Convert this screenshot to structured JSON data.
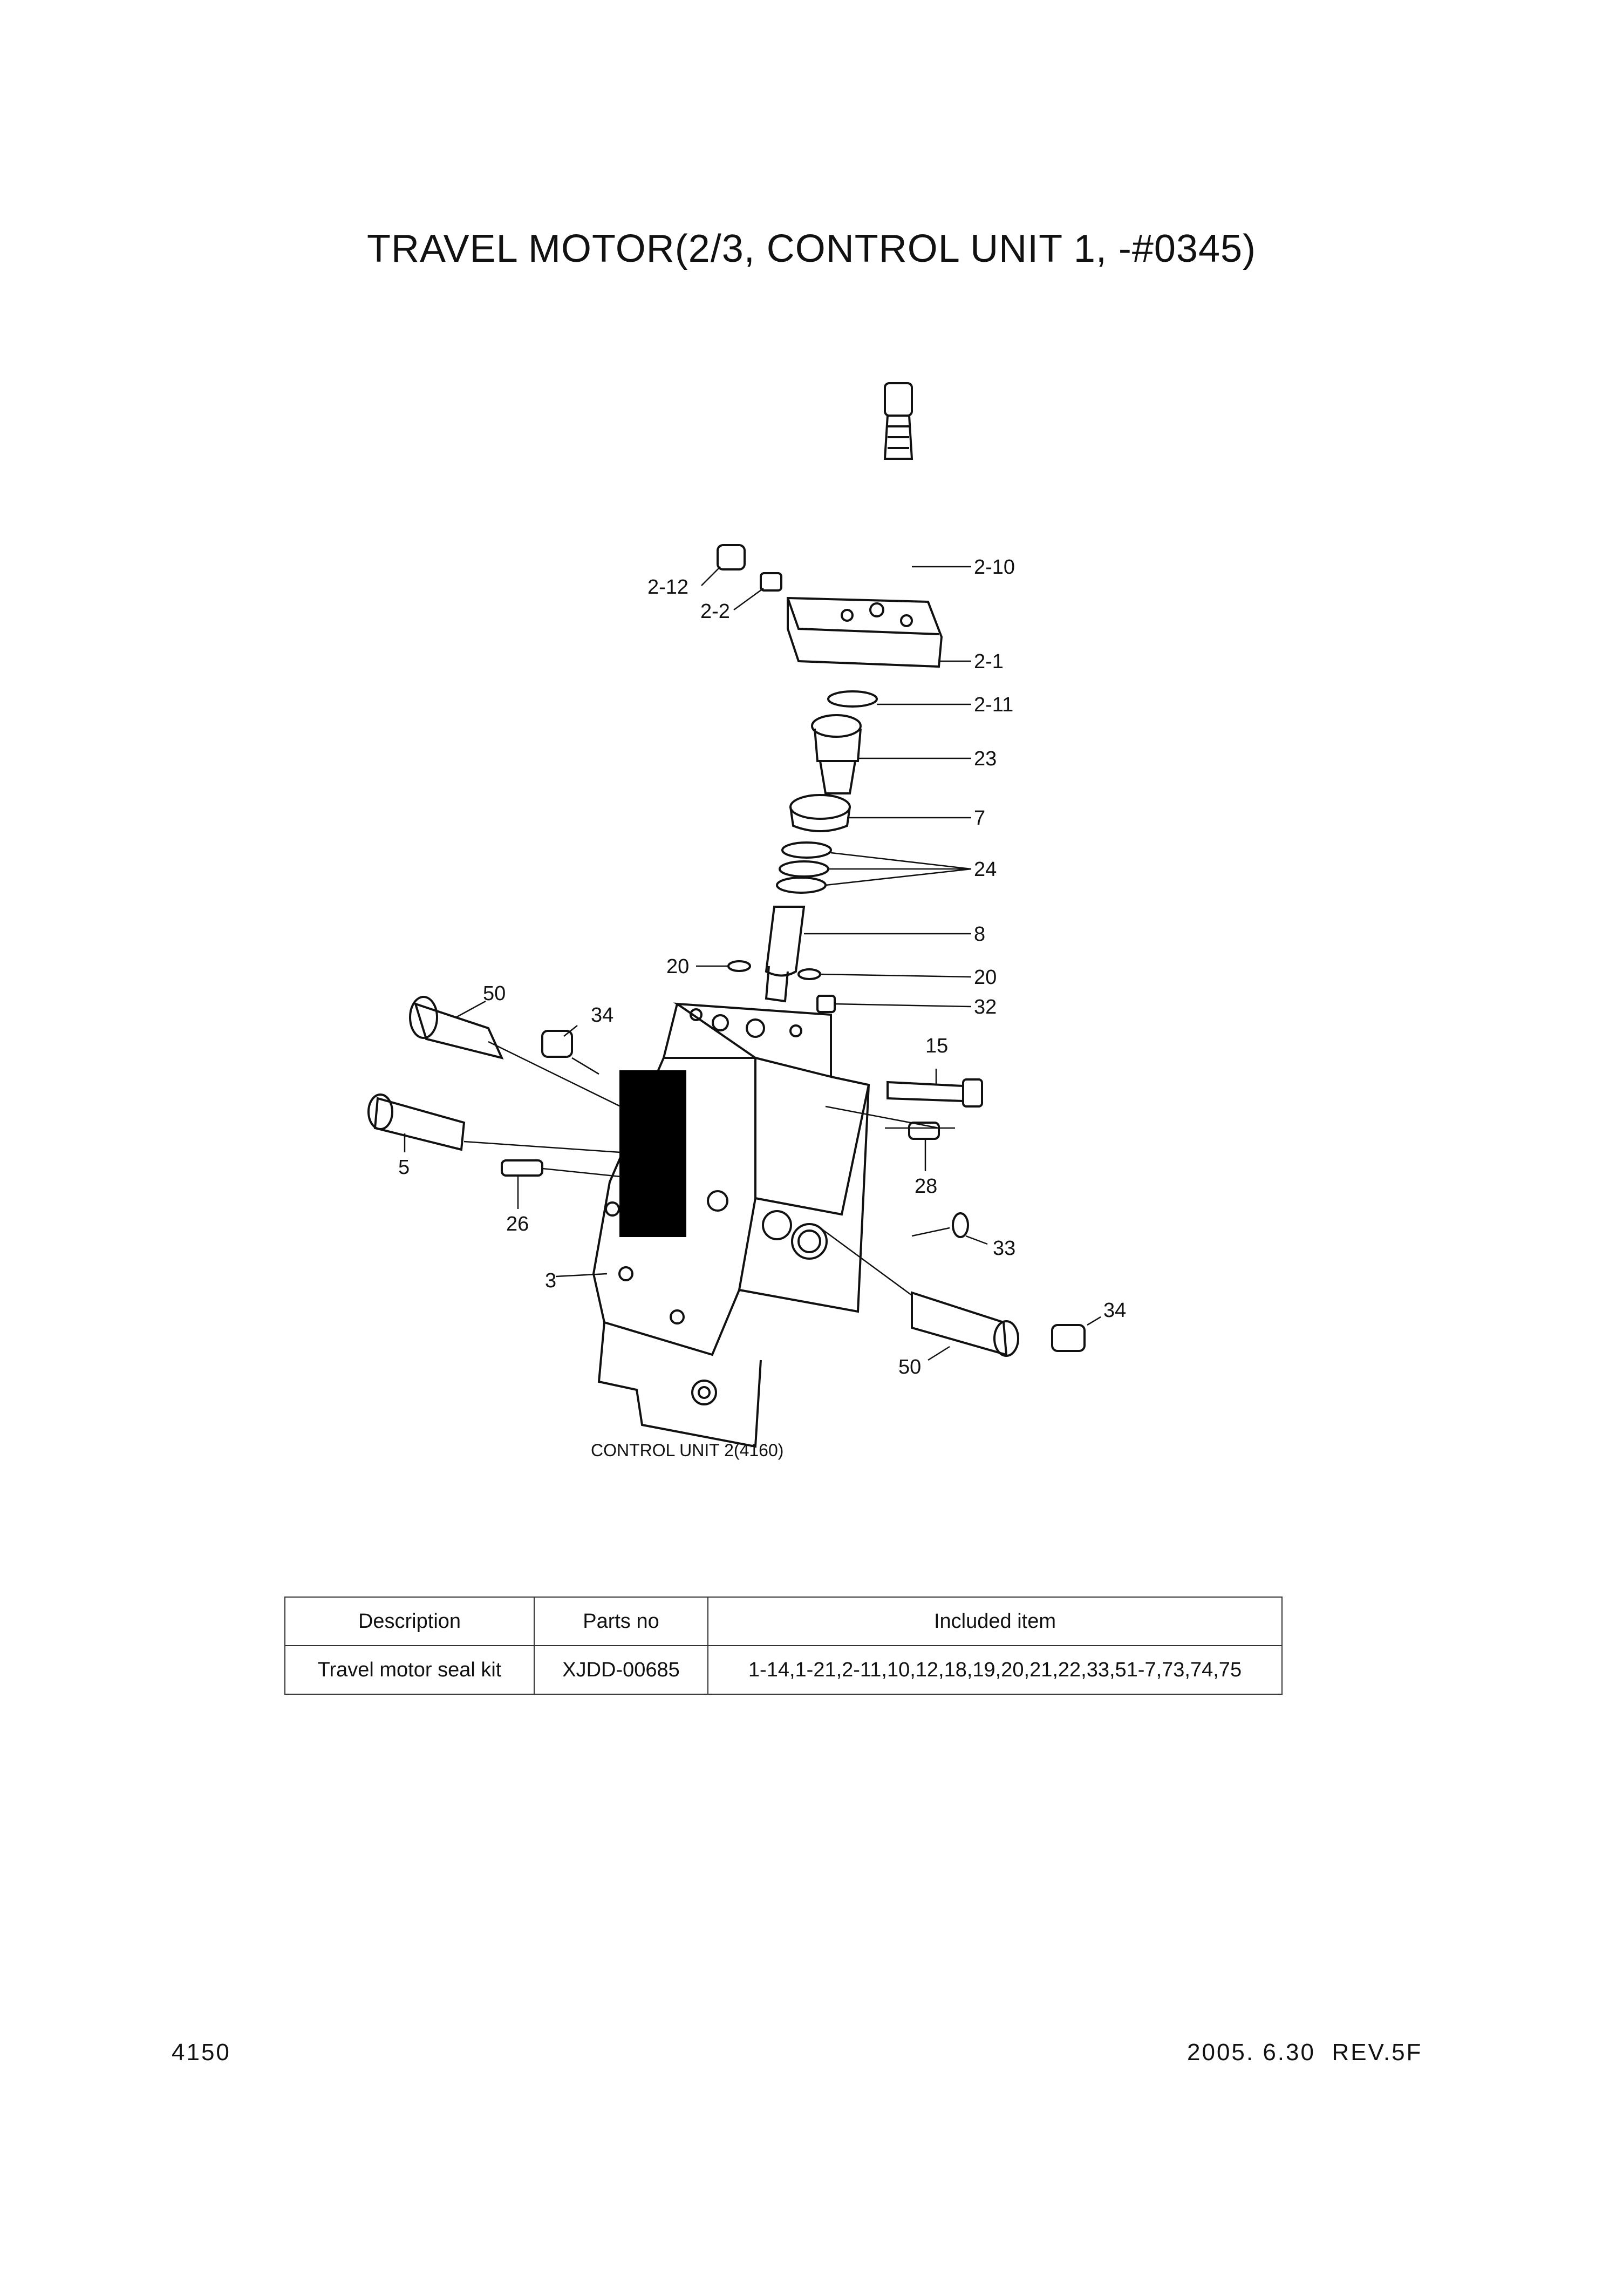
{
  "page_title": "TRAVEL MOTOR(2/3, CONTROL UNIT 1, -#0345)",
  "diagram": {
    "caption": "CONTROL UNIT 2(4160)",
    "callouts": {
      "c2_12": "2-12",
      "c2_2": "2-2",
      "c2_10": "2-10",
      "c2_1": "2-1",
      "c2_11": "2-11",
      "c23": "23",
      "c7": "7",
      "c24": "24",
      "c8": "8",
      "c20_left": "20",
      "c20_right": "20",
      "c32": "32",
      "c15": "15",
      "c50_top": "50",
      "c34_top": "34",
      "c5": "5",
      "c26": "26",
      "c28": "28",
      "c33": "33",
      "c3": "3",
      "c34_bottom": "34",
      "c50_bottom": "50"
    }
  },
  "seal_kit_table": {
    "headers": [
      "Description",
      "Parts no",
      "Included item"
    ],
    "rows": [
      [
        "Travel motor seal kit",
        "XJDD-00685",
        "1-14,1-21,2-11,10,12,18,19,20,21,22,33,51-7,73,74,75"
      ]
    ]
  },
  "footer": {
    "page_number": "4150",
    "revision": "2005. 6.30  REV.5F"
  }
}
